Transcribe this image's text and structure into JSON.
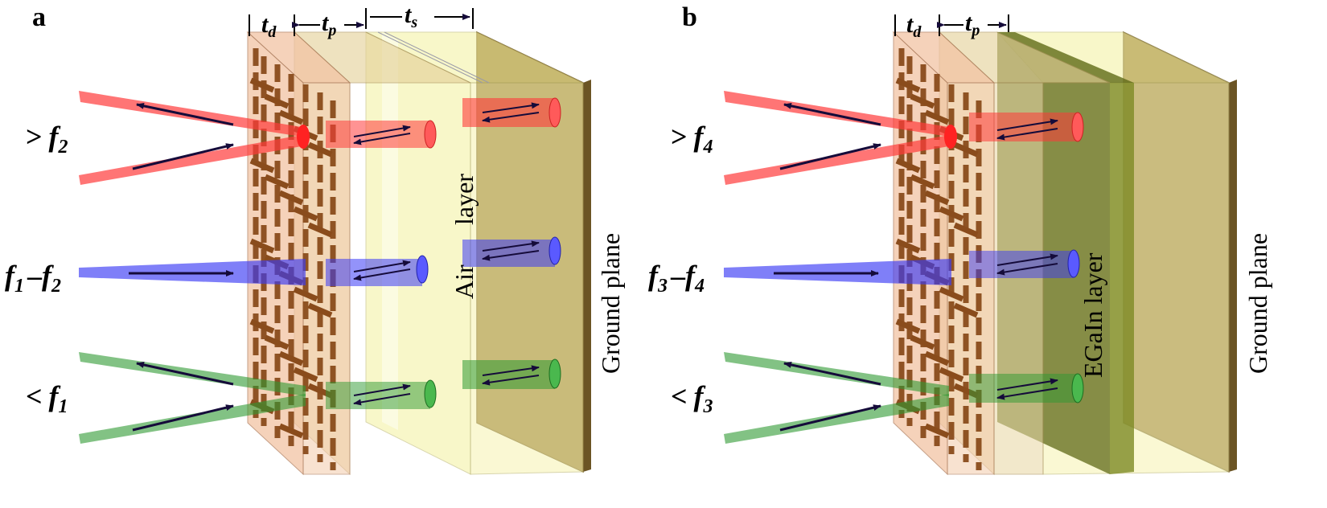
{
  "panels": [
    {
      "label": "a",
      "dims": {
        "d": "t",
        "d_sub": "d",
        "p": "t",
        "p_sub": "p",
        "s": "t",
        "s_sub": "s"
      },
      "freq_top": {
        "prefix": ">",
        "f": "f",
        "sub": "2"
      },
      "freq_mid": {
        "f1": "f",
        "sub1": "1",
        "dash": "–",
        "f2": "f",
        "sub2": "2"
      },
      "freq_bot": {
        "prefix": "<",
        "f": "f",
        "sub": "1"
      },
      "spacer_label_1": "Air",
      "spacer_label_2": "layer",
      "ground_label": "Ground plane"
    },
    {
      "label": "b",
      "dims": {
        "d": "t",
        "d_sub": "d",
        "p": "t",
        "p_sub": "p"
      },
      "freq_top": {
        "prefix": ">",
        "f": "f",
        "sub": "4"
      },
      "freq_mid": {
        "f1": "f",
        "sub1": "3",
        "dash": "–",
        "f2": "f",
        "sub2": "4"
      },
      "freq_bot": {
        "prefix": "<",
        "f": "f",
        "sub": "3"
      },
      "spacer_label": "EGaIn layer",
      "ground_label": "Ground plane"
    }
  ],
  "colors": {
    "dielectric": "#f2c4a4",
    "pcb": "#e3cf96",
    "yellow_layer": "#f3f19e",
    "ground": "#8b6b2f",
    "egain": "#5f6a17",
    "resonator": "#8a4c1c",
    "beam_red": "#ff3b3b",
    "beam_blue": "#3a3af5",
    "beam_green": "#2e9a32",
    "arrow": "#150b3a"
  }
}
